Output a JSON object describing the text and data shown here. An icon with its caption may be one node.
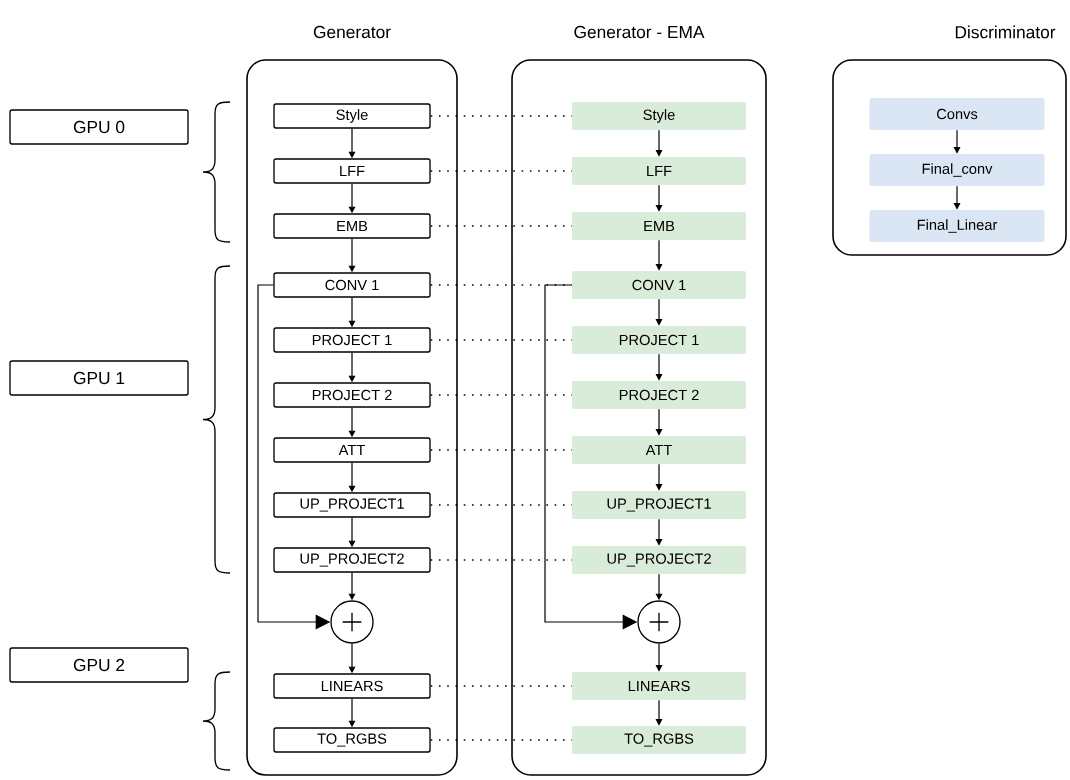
{
  "diagram": {
    "nodes": [
      {
        "text": [
          "Generator"
        ]
      },
      {
        "text": [
          "Style"
        ],
        "in": 0
      },
      {
        "text": [
          "LFF"
        ],
        "in": 0
      },
      {
        "text": [
          "EMB"
        ],
        "in": 0
      },
      {
        "text": [
          "CONV 1"
        ],
        "in": 0
      },
      {
        "text": [
          "PROJECT 1"
        ],
        "in": 0
      },
      {
        "text": [
          "PROJECT 2"
        ],
        "in": 0
      },
      {
        "text": [
          "ATT"
        ],
        "in": 0
      },
      {
        "text": [
          "UP_PROJECT1"
        ],
        "in": 0
      },
      {
        "text": [
          "UP_PROJECT2"
        ],
        "in": 0
      },
      {
        "text": [],
        "shape": "circle",
        "in": 0
      },
      {
        "text": [
          "LINEARS"
        ],
        "in": 0
      },
      {
        "text": [
          "TO_RGBS"
        ],
        "in": 0
      },
      {
        "text": [
          "Generator - EMA"
        ]
      },
      {
        "text": [
          "Style"
        ],
        "in": 13
      },
      {
        "text": [
          "LFF"
        ],
        "in": 13
      },
      {
        "text": [
          "EMB"
        ],
        "in": 13
      },
      {
        "text": [
          "CONV 1"
        ],
        "in": 13
      },
      {
        "text": [
          "PROJECT 1"
        ],
        "in": 13
      },
      {
        "text": [
          "PROJECT 2"
        ],
        "in": 13
      },
      {
        "text": [
          "ATT"
        ],
        "in": 13
      },
      {
        "text": [
          "UP_PROJECT1"
        ],
        "in": 13
      },
      {
        "text": [
          "UP_PROJECT2"
        ],
        "in": 13
      },
      {
        "text": [],
        "shape": "circle",
        "in": 13
      },
      {
        "text": [
          "LINEARS"
        ],
        "in": 13
      },
      {
        "text": [
          "TO_RGBS"
        ],
        "in": 13
      },
      {
        "text": [
          "Discriminator"
        ]
      },
      {
        "text": [
          "Convs"
        ],
        "in": 26
      },
      {
        "text": [
          "Final_conv"
        ],
        "in": 26
      },
      {
        "text": [
          "Final_Linear"
        ],
        "in": 26
      },
      {
        "text": [
          "GPU 0"
        ]
      },
      {
        "text": [
          "GPU 1"
        ]
      },
      {
        "text": [
          "GPU 2"
        ]
      }
    ],
    "edges": [
      {
        "from": 1,
        "to": 2,
        "arrow": "to"
      },
      {
        "from": 2,
        "to": 3,
        "arrow": "to"
      },
      {
        "from": 3,
        "to": 4,
        "arrow": "to"
      },
      {
        "from": 4,
        "to": 5,
        "arrow": "to"
      },
      {
        "from": 5,
        "to": 6,
        "arrow": "to"
      },
      {
        "from": 6,
        "to": 7,
        "arrow": "to"
      },
      {
        "from": 7,
        "to": 8,
        "arrow": "to"
      },
      {
        "from": 8,
        "to": 9,
        "arrow": "to"
      },
      {
        "from": 9,
        "to": 10,
        "arrow": "to"
      },
      {
        "from": 10,
        "to": 11,
        "arrow": "to"
      },
      {
        "from": 11,
        "to": 12,
        "arrow": "to"
      },
      {
        "from": 4,
        "to": 10,
        "arrow": "to"
      },
      {
        "from": 14,
        "to": 15,
        "arrow": "to"
      },
      {
        "from": 15,
        "to": 16,
        "arrow": "to"
      },
      {
        "from": 16,
        "to": 17,
        "arrow": "to"
      },
      {
        "from": 17,
        "to": 18,
        "arrow": "to"
      },
      {
        "from": 18,
        "to": 19,
        "arrow": "to"
      },
      {
        "from": 19,
        "to": 20,
        "arrow": "to"
      },
      {
        "from": 20,
        "to": 21,
        "arrow": "to"
      },
      {
        "from": 21,
        "to": 22,
        "arrow": "to"
      },
      {
        "from": 22,
        "to": 23,
        "arrow": "to"
      },
      {
        "from": 23,
        "to": 24,
        "arrow": "to"
      },
      {
        "from": 24,
        "to": 25,
        "arrow": "to"
      },
      {
        "from": 17,
        "to": 23,
        "arrow": "to"
      },
      {
        "from": 27,
        "to": 28,
        "arrow": "to"
      },
      {
        "from": 28,
        "to": 29,
        "arrow": "to"
      },
      {
        "from": 1,
        "to": 14,
        "arrow": "none",
        "style": "dashed"
      },
      {
        "from": 2,
        "to": 15,
        "arrow": "none",
        "style": "dashed"
      },
      {
        "from": 3,
        "to": 16,
        "arrow": "none",
        "style": "dashed"
      },
      {
        "from": 4,
        "to": 17,
        "arrow": "none",
        "style": "dashed"
      },
      {
        "from": 5,
        "to": 18,
        "arrow": "none",
        "style": "dashed"
      },
      {
        "from": 6,
        "to": 19,
        "arrow": "none",
        "style": "dashed"
      },
      {
        "from": 7,
        "to": 20,
        "arrow": "none",
        "style": "dashed"
      },
      {
        "from": 8,
        "to": 21,
        "arrow": "none",
        "style": "dashed"
      },
      {
        "from": 9,
        "to": 22,
        "arrow": "none",
        "style": "dashed"
      },
      {
        "from": 11,
        "to": 24,
        "arrow": "none",
        "style": "dashed"
      },
      {
        "from": 12,
        "to": 25,
        "arrow": "none",
        "style": "dashed"
      }
    ]
  }
}
